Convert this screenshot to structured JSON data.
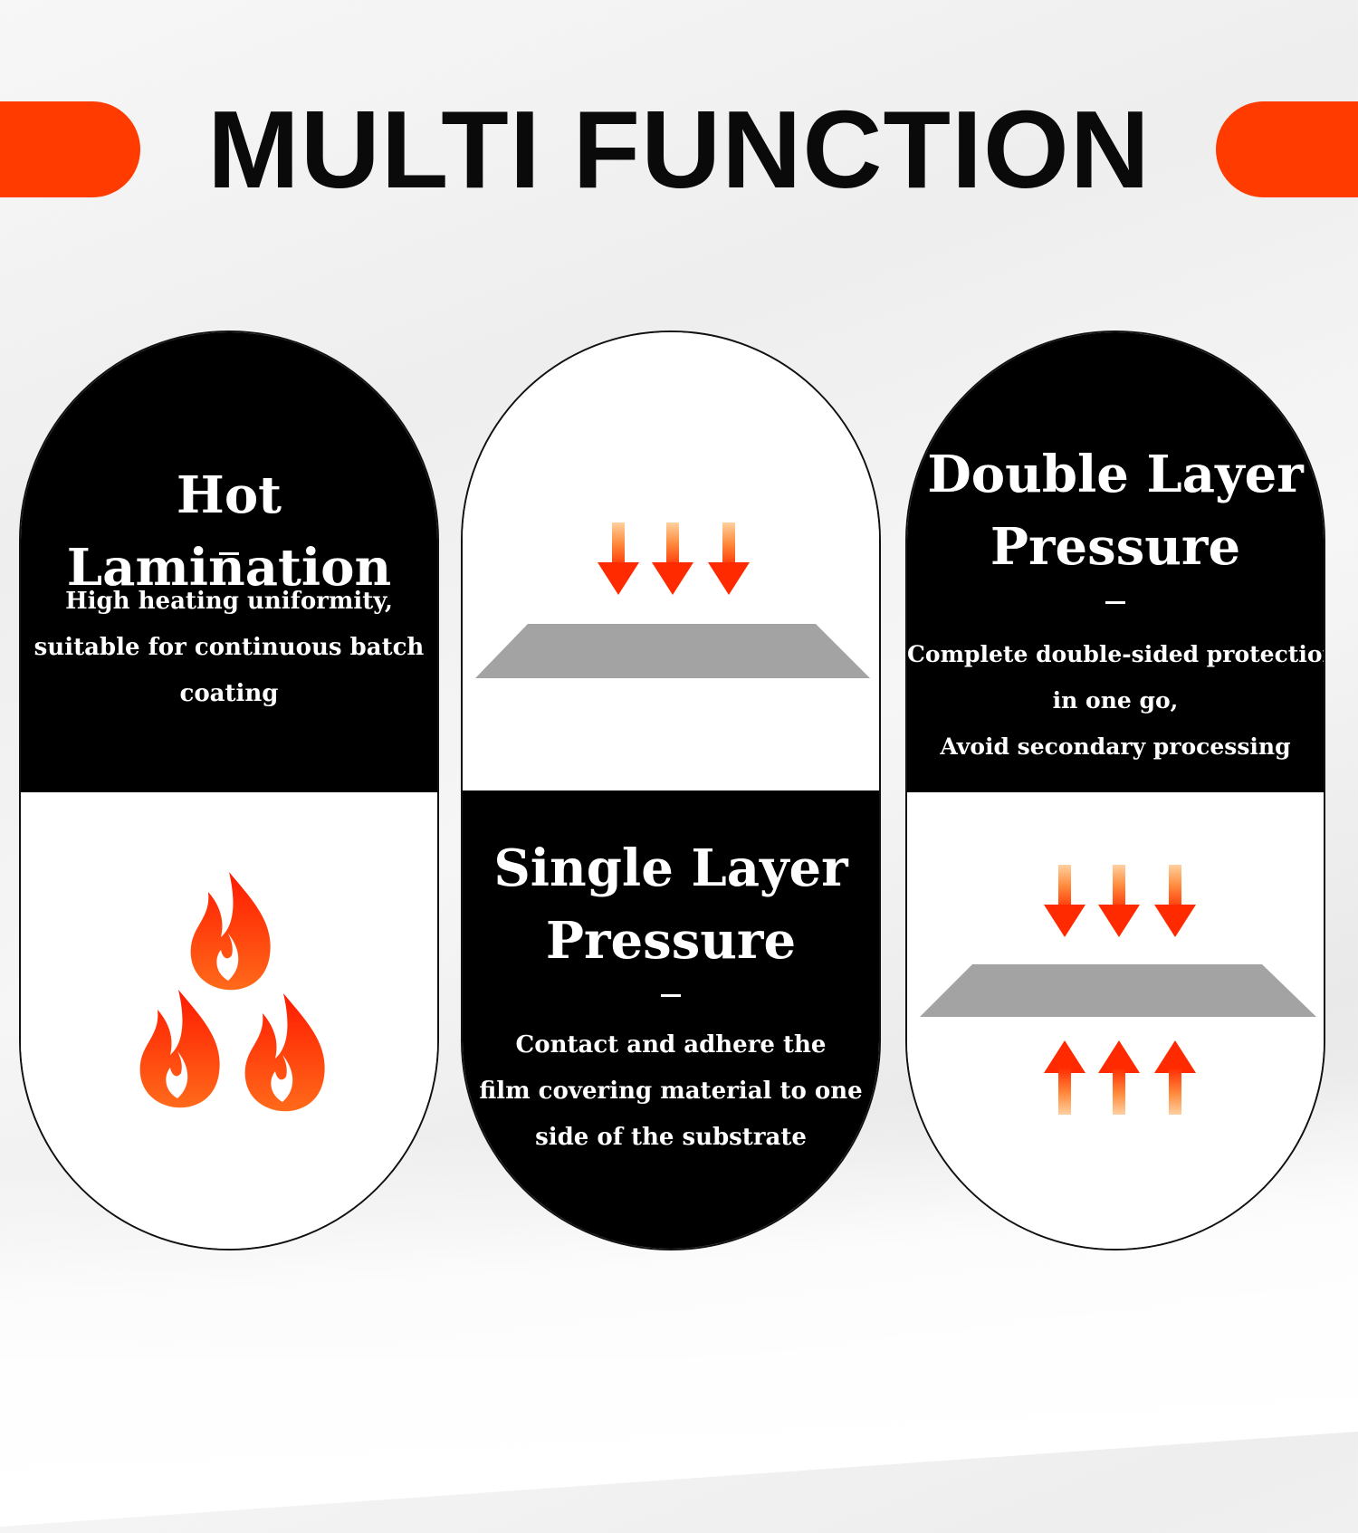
{
  "headline": "MULTI FUNCTION",
  "colors": {
    "accent": "#ff3b00",
    "panel_black": "#000000",
    "sheet_gray": "#a3a3a3",
    "arrow_top": "#ff9a3c",
    "arrow_bottom": "#ff2a00"
  },
  "cards": [
    {
      "title": "Hot Lamination",
      "lines": [
        "High heating uniformity,",
        "suitable for continuous batch",
        "coating"
      ],
      "icon": "flame-icon"
    },
    {
      "title_lines": [
        "Single Layer",
        "Pressure"
      ],
      "lines": [
        "Contact and adhere the",
        "film covering material to one",
        "side of the substrate"
      ],
      "icon": "single-press-icon"
    },
    {
      "title_lines": [
        "Double Layer",
        "Pressure"
      ],
      "lines": [
        "Complete double-sided protection",
        "in one go,",
        "Avoid secondary processing"
      ],
      "icon": "double-press-icon"
    }
  ]
}
